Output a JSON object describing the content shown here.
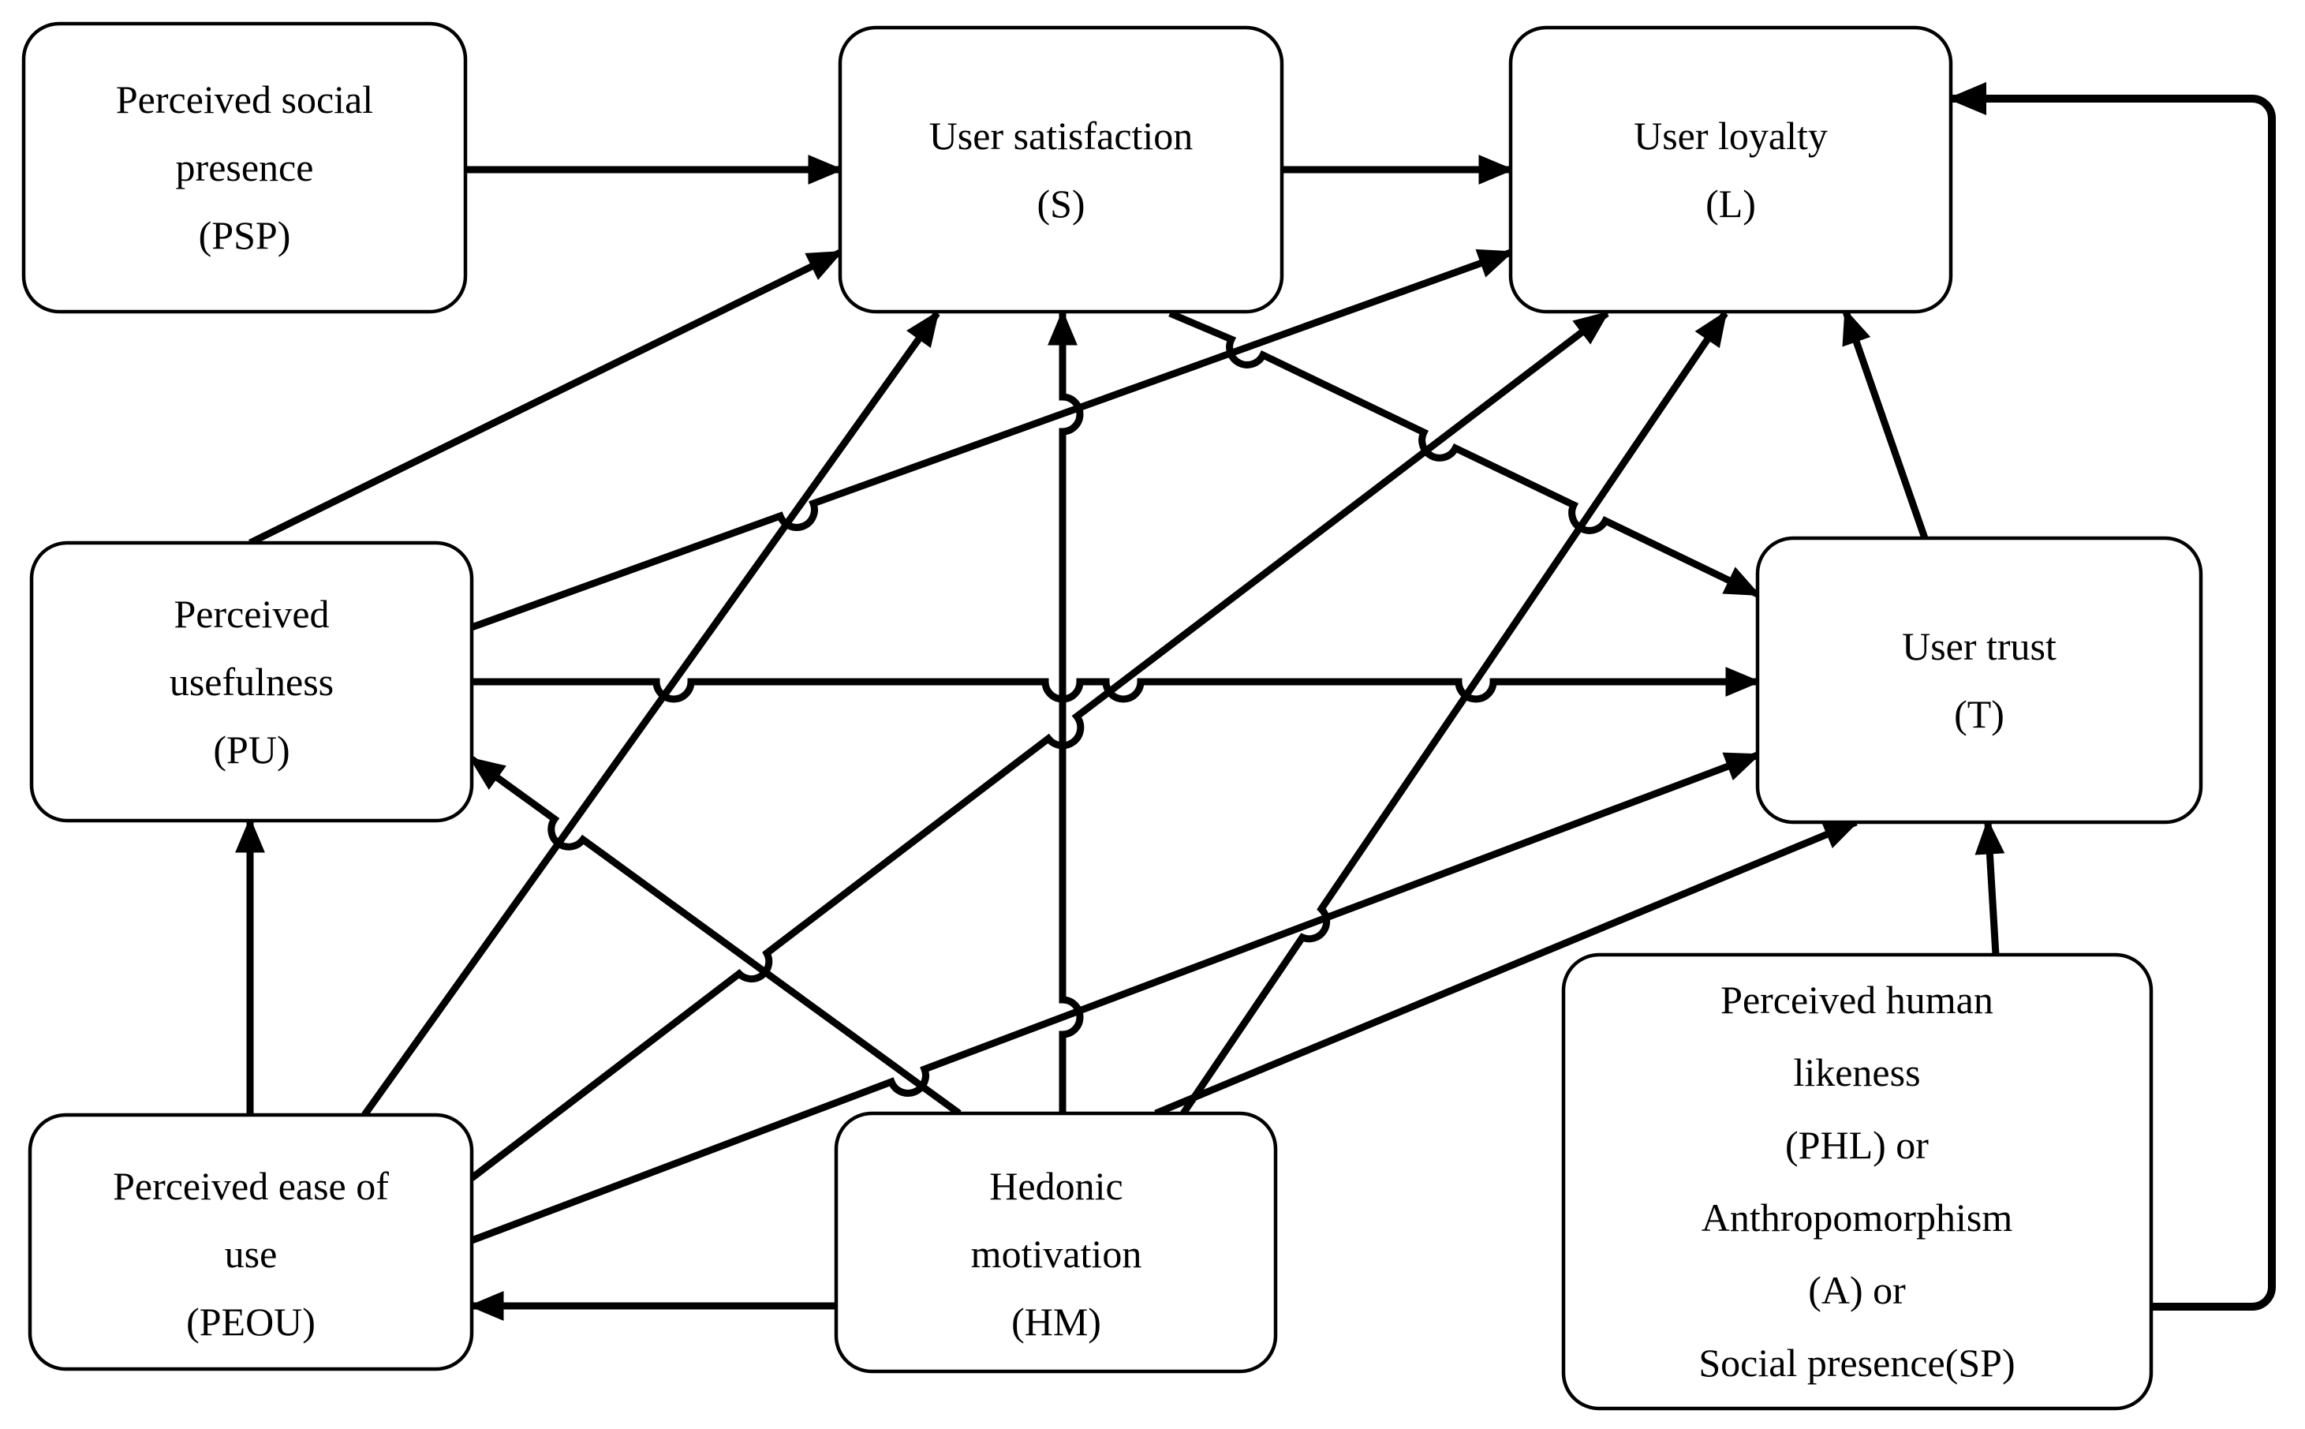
{
  "figure": {
    "kind": "path-model-diagram",
    "background_color": "#ffffff",
    "line_color": "#000000"
  },
  "nodes": [
    {
      "id": "psp",
      "lines": [
        "Perceived social",
        "presence",
        "(PSP)"
      ]
    },
    {
      "id": "s",
      "lines": [
        "User satisfaction",
        "(S)"
      ]
    },
    {
      "id": "l",
      "lines": [
        "User loyalty",
        "(L)"
      ]
    },
    {
      "id": "pu",
      "lines": [
        "Perceived",
        "usefulness",
        "(PU)"
      ]
    },
    {
      "id": "t",
      "lines": [
        "User trust",
        "(T)"
      ]
    },
    {
      "id": "peou",
      "lines": [
        "Perceived ease of",
        "use",
        "(PEOU)"
      ]
    },
    {
      "id": "hm",
      "lines": [
        "Hedonic",
        "motivation",
        "(HM)"
      ]
    },
    {
      "id": "phl",
      "lines": [
        "Perceived human",
        "likeness",
        "(PHL) or",
        "Anthropomorphism",
        "(A) or",
        "Social presence(SP)"
      ]
    }
  ],
  "edges": [
    {
      "from": "psp",
      "to": "s"
    },
    {
      "from": "s",
      "to": "l"
    },
    {
      "from": "s",
      "to": "t"
    },
    {
      "from": "pu",
      "to": "s"
    },
    {
      "from": "pu",
      "to": "l"
    },
    {
      "from": "pu",
      "to": "t"
    },
    {
      "from": "peou",
      "to": "pu"
    },
    {
      "from": "peou",
      "to": "s"
    },
    {
      "from": "peou",
      "to": "l"
    },
    {
      "from": "peou",
      "to": "t"
    },
    {
      "from": "hm",
      "to": "peou"
    },
    {
      "from": "hm",
      "to": "pu"
    },
    {
      "from": "hm",
      "to": "s"
    },
    {
      "from": "hm",
      "to": "l"
    },
    {
      "from": "hm",
      "to": "t"
    },
    {
      "from": "phl",
      "to": "t"
    },
    {
      "from": "phl",
      "to": "l"
    },
    {
      "from": "t",
      "to": "l"
    }
  ]
}
